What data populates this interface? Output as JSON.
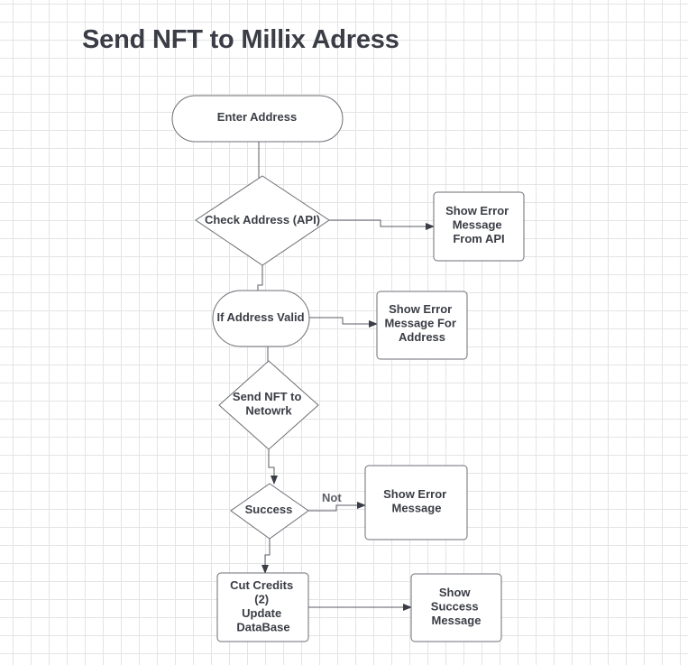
{
  "title": "Send NFT to Millix Adress",
  "colors": {
    "stroke": "#6b6e75",
    "text": "#3a3d45",
    "grid": "#e4e4e4"
  },
  "nodes": {
    "enter_address": [
      "Enter Address"
    ],
    "check_address": [
      "Check Address (API)"
    ],
    "error_api": [
      "Show Error",
      "Message",
      "From API"
    ],
    "if_valid": [
      "If Address Valid"
    ],
    "error_address": [
      "Show Error",
      "Message For",
      "Address"
    ],
    "send_nft": [
      "Send NFT to",
      "Netowrk"
    ],
    "success": [
      "Success"
    ],
    "error_message": [
      "Show Error",
      "Message"
    ],
    "cut_credits": [
      "Cut Credits",
      "(2)",
      "Update",
      "DataBase"
    ],
    "success_message": [
      "Show",
      "Success",
      "Message"
    ]
  },
  "edge_labels": {
    "not": "Not"
  }
}
